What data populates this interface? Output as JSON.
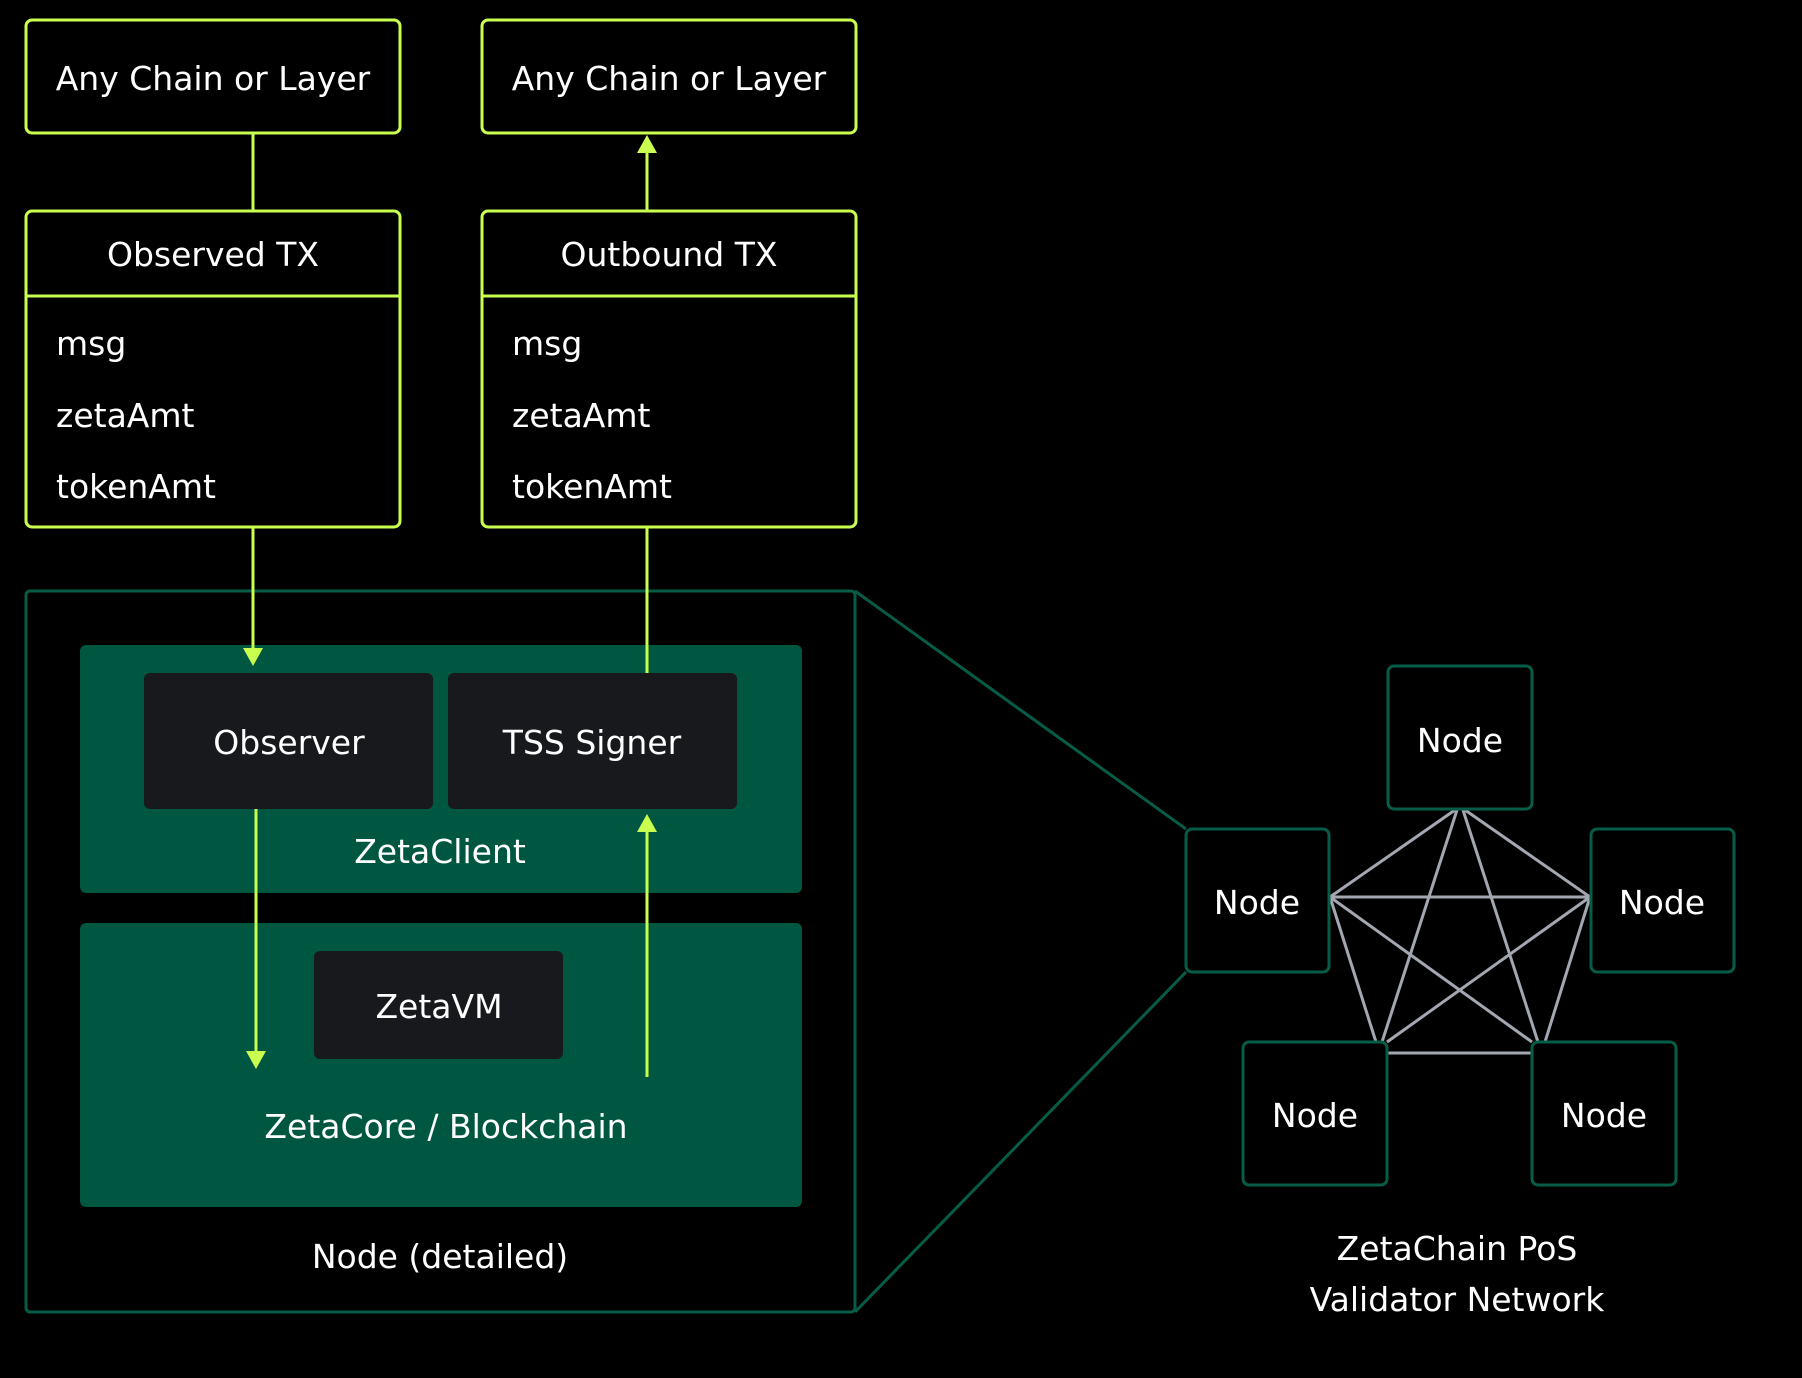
{
  "colors": {
    "accent": "#c9ff4f",
    "panel": "#005741",
    "dark_box": "#17191d",
    "border_green": "#065c46",
    "mesh_line": "#a2a7b0",
    "background": "#000000",
    "text": "#ffffff"
  },
  "chains": {
    "source_label": "Any Chain or Layer",
    "destination_label": "Any Chain or Layer"
  },
  "observed_tx": {
    "title": "Observed TX",
    "fields": [
      "msg",
      "zetaAmt",
      "tokenAmt"
    ]
  },
  "outbound_tx": {
    "title": "Outbound TX",
    "fields": [
      "msg",
      "zetaAmt",
      "tokenAmt"
    ]
  },
  "node_detail": {
    "caption": "Node (detailed)",
    "zetaclient": {
      "label": "ZetaClient",
      "observer": "Observer",
      "tss_signer": "TSS Signer"
    },
    "zetacore": {
      "label": "ZetaCore / Blockchain",
      "zetavm": "ZetaVM"
    }
  },
  "network": {
    "caption_line1": "ZetaChain PoS",
    "caption_line2": "Validator Network",
    "nodes": [
      "Node",
      "Node",
      "Node",
      "Node",
      "Node"
    ]
  }
}
